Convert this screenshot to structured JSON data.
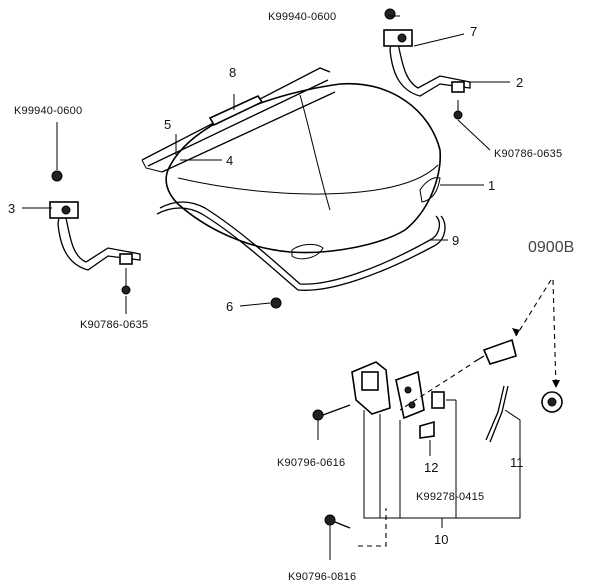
{
  "part_codes": {
    "nut_top": "K99940-0600",
    "nut_left": "K99940-0600",
    "bolt_right_hinge": "K90786-0635",
    "bolt_left_hinge": "K90786-0635",
    "bolt_latch": "K90796-0616",
    "clip_rod": "K99278-0415",
    "bolt_lock": "K90796-0816"
  },
  "reference_code": "0900B",
  "callouts": {
    "c1": "1",
    "c2": "2",
    "c3": "3",
    "c4": "4",
    "c5": "5",
    "c6": "6",
    "c7": "7",
    "c8": "8",
    "c9": "9",
    "c10": "10",
    "c11": "11",
    "c12": "12"
  }
}
